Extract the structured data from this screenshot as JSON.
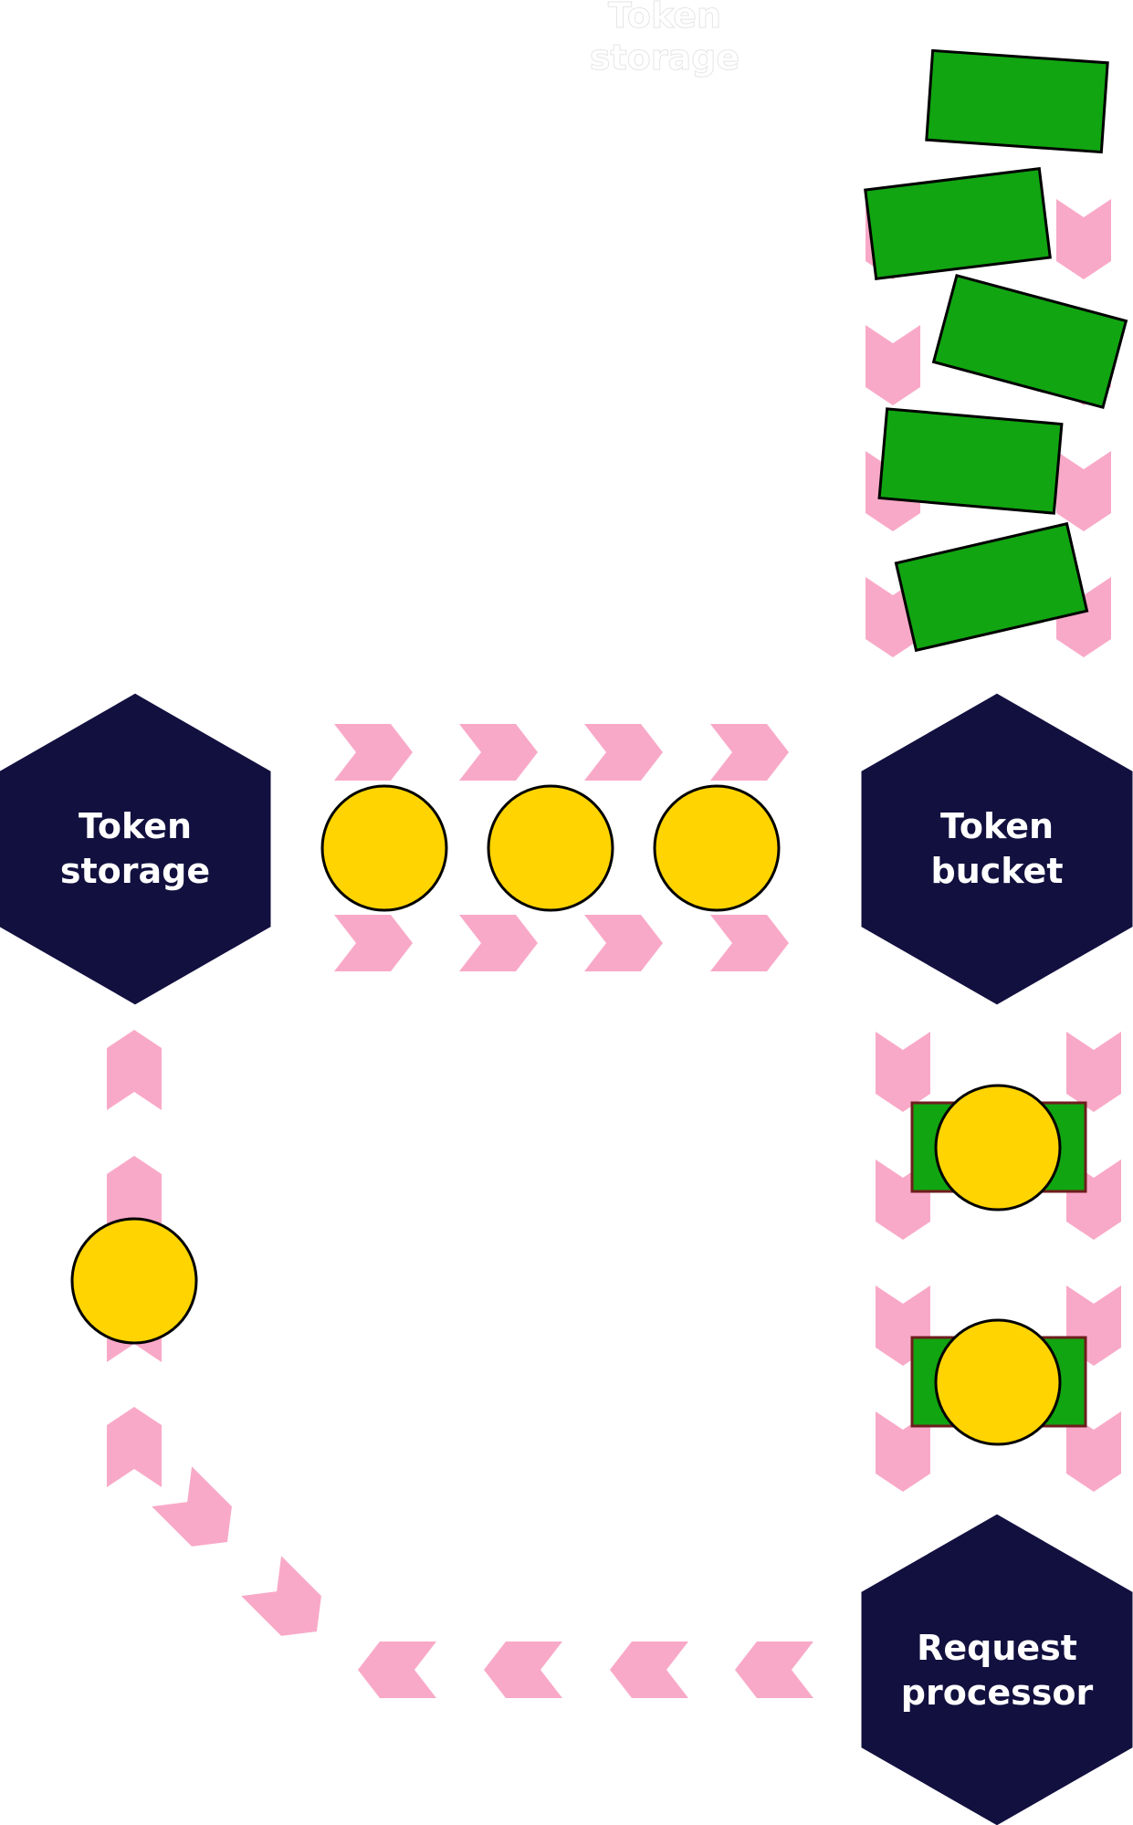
{
  "diagram": {
    "colors": {
      "flow_arrow": "#f9a9c8",
      "token": "#ffd400",
      "request": "#11a511",
      "node": "#12103f",
      "node_text": "#ffffff"
    },
    "nodes": {
      "token_storage": {
        "line1": "Token",
        "line2": "storage"
      },
      "token_bucket": {
        "line1": "Token",
        "line2": "bucket"
      },
      "request_processor": {
        "line1": "Request",
        "line2": "processor"
      }
    },
    "ghost_label": {
      "line1": "Token",
      "line2": "storage"
    },
    "counts": {
      "incoming_requests": 5,
      "tokens_in_transit_to_bucket": 3,
      "tokens_returning_to_storage": 1,
      "requests_with_tokens": 2
    }
  }
}
